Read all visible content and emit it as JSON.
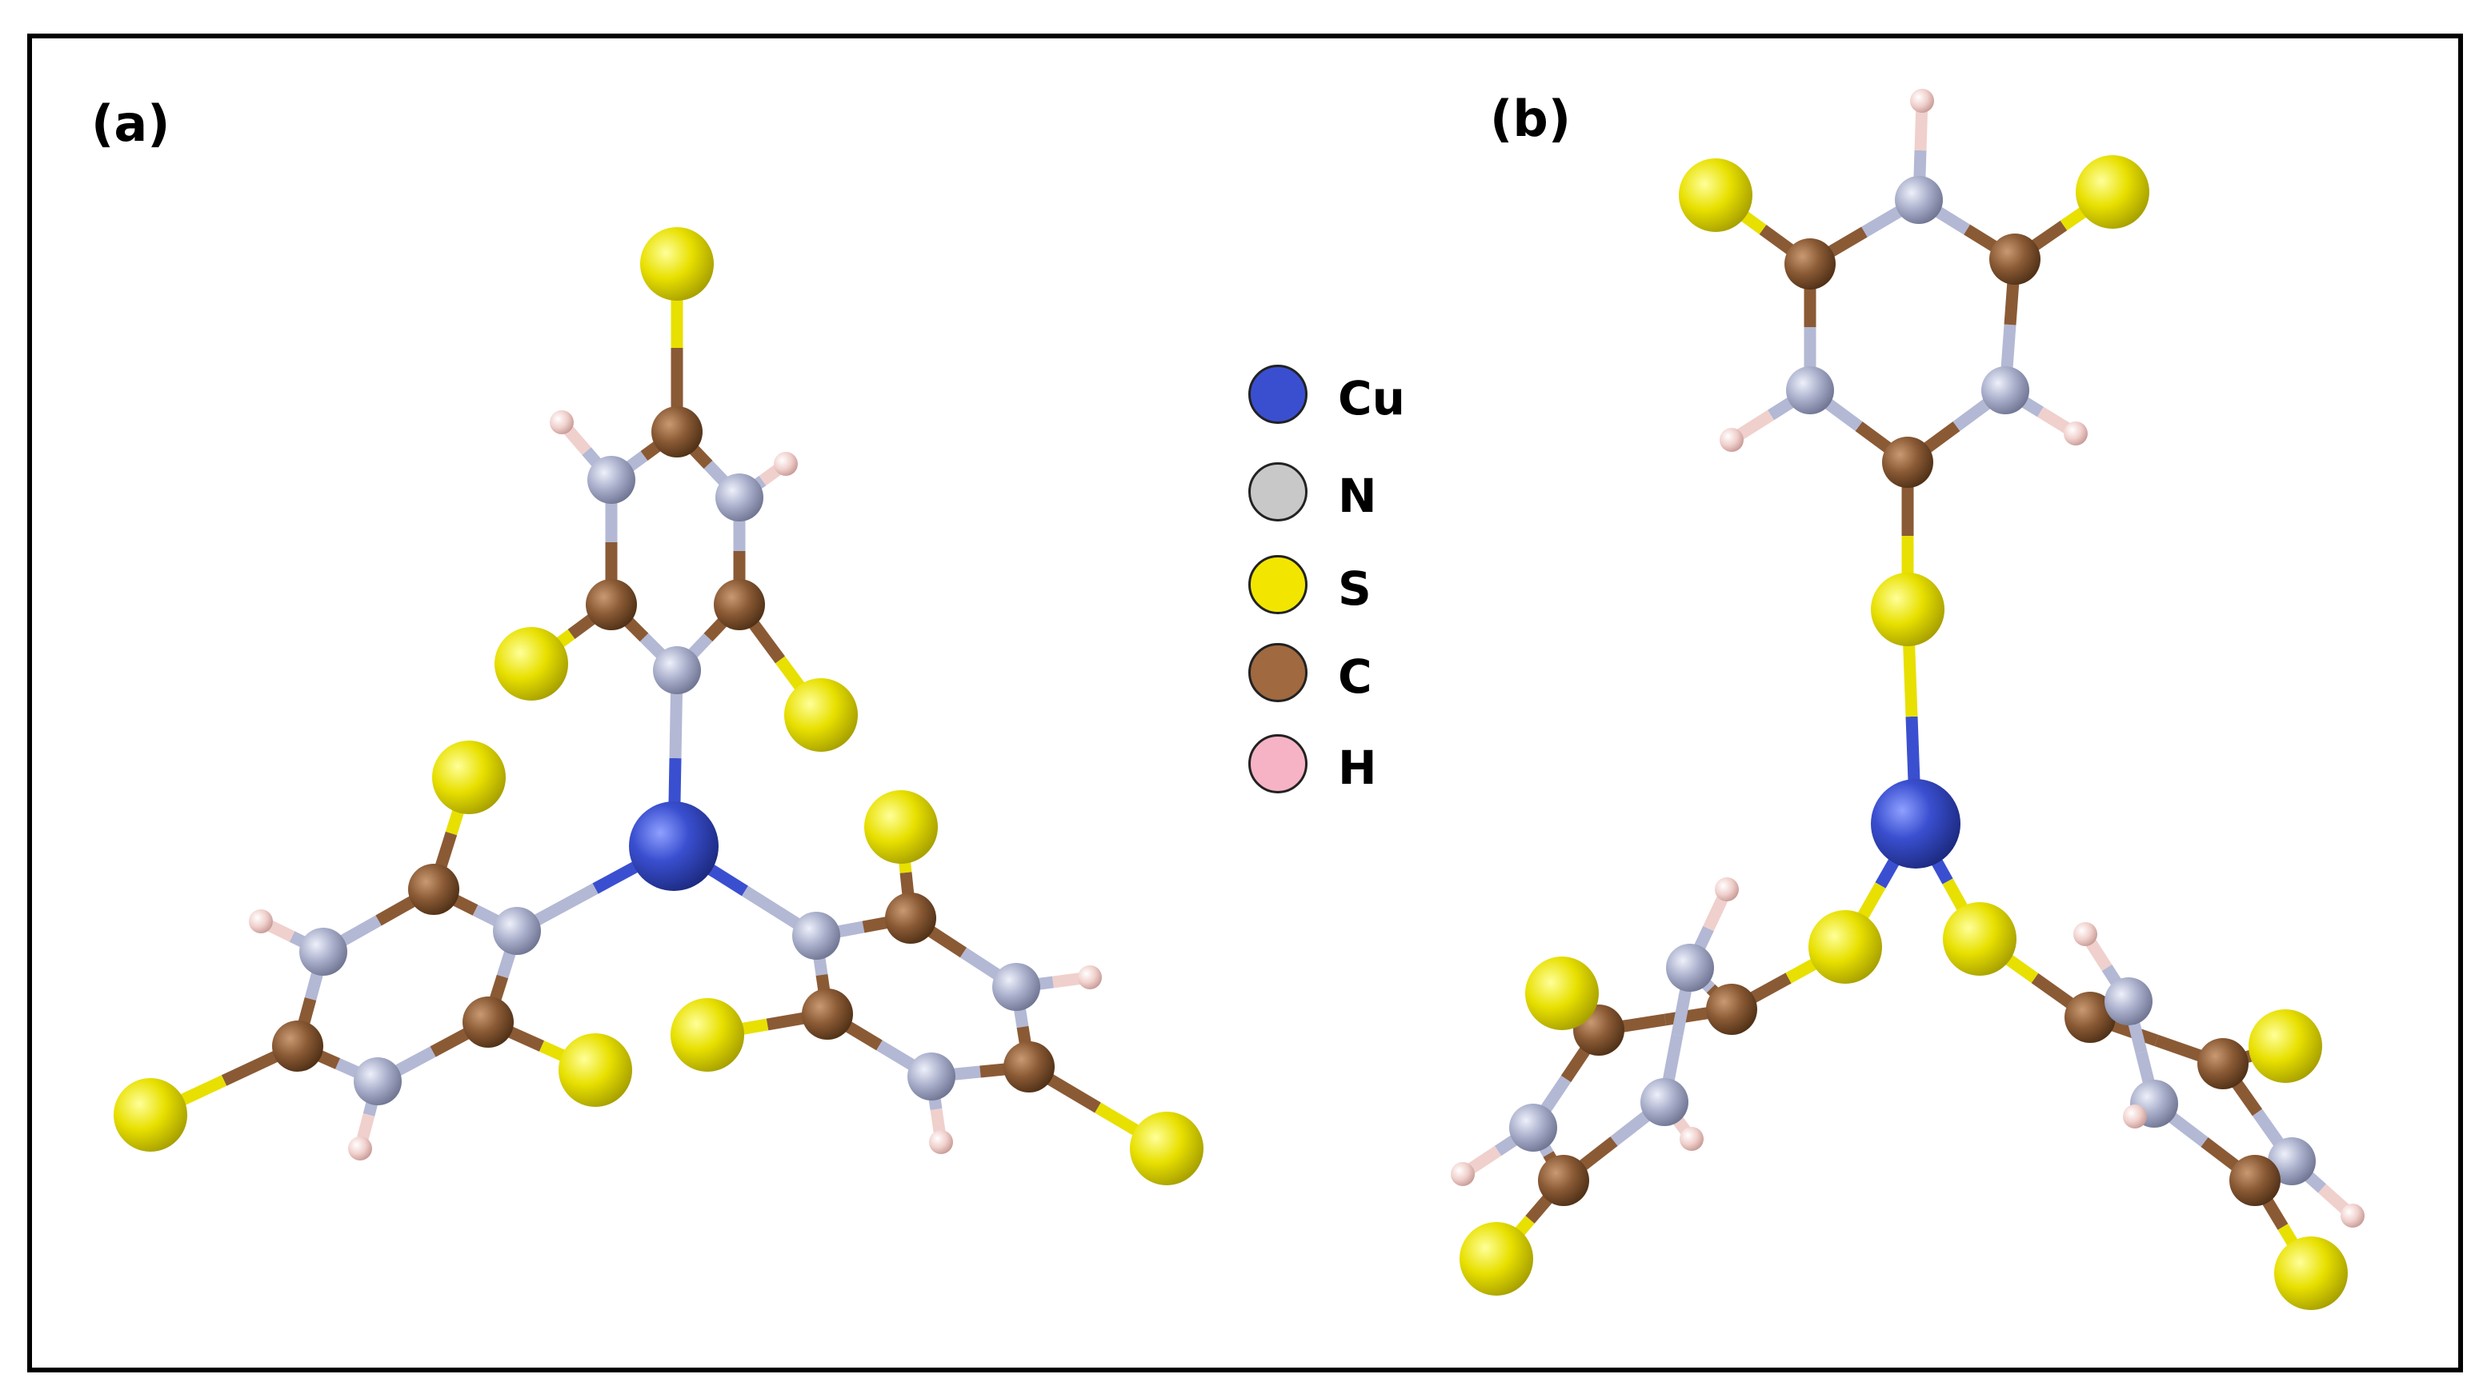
{
  "panels": [
    {
      "label": "(a)"
    },
    {
      "label": "(b)"
    }
  ],
  "legend": [
    {
      "element": "Cu",
      "color": "#3a4fd0"
    },
    {
      "element": "N",
      "color": "#c8c8c8"
    },
    {
      "element": "S",
      "color": "#f2e600"
    },
    {
      "element": "C",
      "color": "#a0693f"
    },
    {
      "element": "H",
      "color": "#f7b3c6"
    }
  ],
  "atom_colors": {
    "Cu": "#3a4fd0",
    "N": "#b3b8d4",
    "S": "#e8e000",
    "C": "#8a5a35",
    "H": "#f0d0cc"
  }
}
